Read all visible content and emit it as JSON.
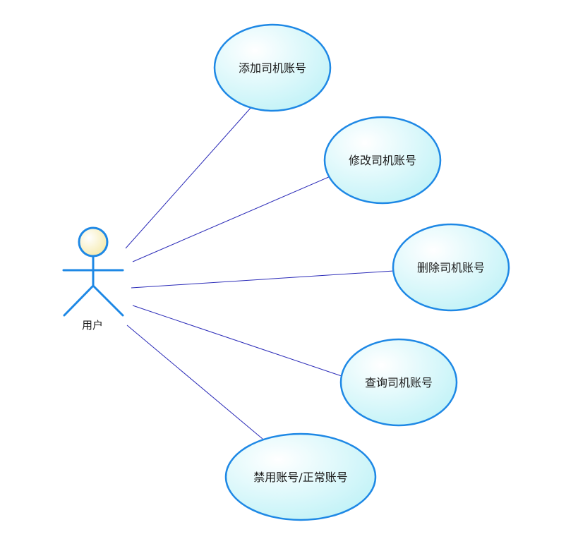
{
  "actor": {
    "label": "用户"
  },
  "use_cases": [
    {
      "id": "add",
      "label": "添加司机账号"
    },
    {
      "id": "edit",
      "label": "修改司机账号"
    },
    {
      "id": "delete",
      "label": "删除司机账号"
    },
    {
      "id": "query",
      "label": "查询司机账号"
    },
    {
      "id": "disable",
      "label": "禁用账号/正常账号"
    }
  ],
  "colors": {
    "ellipse_stroke": "#1e88e5",
    "ellipse_fill_start": "#ffffff",
    "ellipse_fill_end": "#bff2f7",
    "head_fill_start": "#ffffff",
    "head_fill_end": "#f5e9a8",
    "association_line": "#2b2bb8"
  }
}
